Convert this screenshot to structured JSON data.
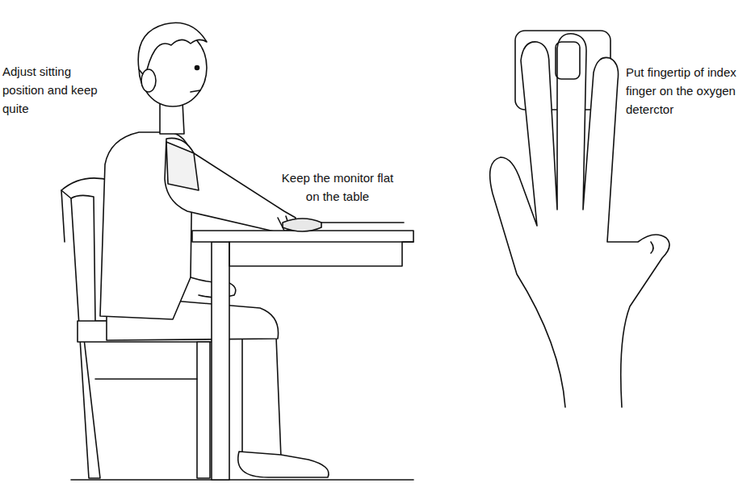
{
  "diagram": {
    "labels": [
      "Adjust sitting position and keep quite",
      "Keep the monitor flat on the table",
      "Put fingertip of index finger on the oxygen deterctor"
    ]
  }
}
